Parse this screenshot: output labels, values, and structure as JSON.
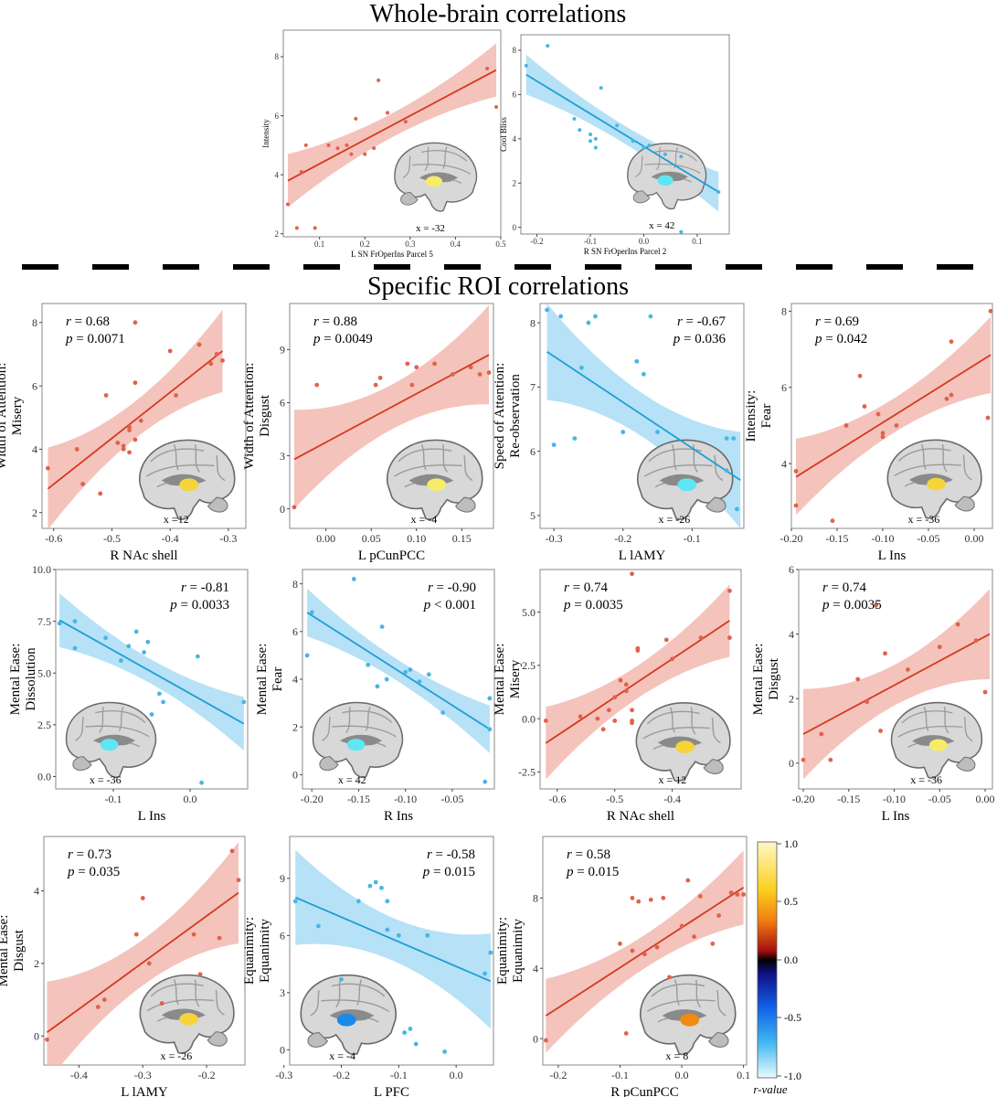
{
  "headings": {
    "top": "Whole-brain correlations",
    "bottom": "Specific ROI correlations"
  },
  "colorbar": {
    "ticks": [
      "1.0",
      "0.5",
      "0.0",
      "-0.5",
      "-1.0"
    ],
    "label": "r-value"
  },
  "colors": {
    "positive_line": "#d43a1c",
    "positive_band": "#f2b8b0",
    "positive_point": "#e0624a",
    "negative_line": "#1d9fd6",
    "negative_band": "#a9dcf5",
    "negative_point": "#48b6e4",
    "frame": "#8a8a8a"
  },
  "chart_data": [
    {
      "id": "wb-intensity",
      "type": "scatter",
      "sign": "positive",
      "size": "small",
      "xlabel": "L SN FrOperIns Parcel 5",
      "ylabel": "Intensity",
      "xlim": [
        0.02,
        0.5
      ],
      "ylim": [
        1.9,
        8.9
      ],
      "xticks": [
        "0.1",
        "0.2",
        "0.3",
        "0.4",
        "0.5"
      ],
      "xtick_values": [
        0.1,
        0.2,
        0.3,
        0.4,
        0.5
      ],
      "yticks": [
        "2",
        "4",
        "6",
        "8"
      ],
      "ytick_values": [
        2,
        4,
        6,
        8
      ],
      "x": [
        0.03,
        0.05,
        0.06,
        0.07,
        0.09,
        0.12,
        0.14,
        0.16,
        0.17,
        0.18,
        0.2,
        0.22,
        0.23,
        0.25,
        0.29,
        0.47,
        0.49
      ],
      "y": [
        3.0,
        2.2,
        4.1,
        5.0,
        2.2,
        5.0,
        4.9,
        5.0,
        4.7,
        5.9,
        4.7,
        4.9,
        7.2,
        6.1,
        5.8,
        7.6,
        6.3
      ],
      "fit": [
        [
          0.03,
          3.8
        ],
        [
          0.49,
          7.55
        ]
      ],
      "band": 0.9,
      "stats": [],
      "slice": "x = -32",
      "brain": "sagittal-left",
      "roi_color": "#f6ec6a"
    },
    {
      "id": "wb-coolbliss",
      "type": "scatter",
      "sign": "negative",
      "size": "small",
      "xlabel": "R SN FrOperIns Parcel 2",
      "ylabel": "Cool Bliss",
      "xlim": [
        -0.23,
        0.16
      ],
      "ylim": [
        -0.3,
        8.7
      ],
      "xticks": [
        "-0.2",
        "-0.1",
        "0.0",
        "0.1"
      ],
      "xtick_values": [
        -0.2,
        -0.1,
        0.0,
        0.1
      ],
      "yticks": [
        "0",
        "2",
        "4",
        "6",
        "8"
      ],
      "ytick_values": [
        0,
        2,
        4,
        6,
        8
      ],
      "x": [
        -0.22,
        -0.18,
        -0.13,
        -0.12,
        -0.1,
        -0.1,
        -0.09,
        -0.09,
        -0.08,
        -0.05,
        -0.02,
        0.0,
        0.01,
        0.04,
        0.07,
        0.07,
        0.14
      ],
      "y": [
        7.3,
        8.2,
        4.9,
        4.4,
        3.9,
        4.2,
        3.6,
        4.0,
        6.3,
        4.6,
        3.9,
        3.6,
        3.7,
        3.3,
        3.2,
        -0.2,
        1.6
      ],
      "fit": [
        [
          -0.22,
          6.9
        ],
        [
          0.14,
          1.6
        ]
      ],
      "band": 0.9,
      "stats": [],
      "slice": "x = 42",
      "brain": "sagittal-left",
      "roi_color": "#5fe6f5"
    },
    {
      "id": "roi-1",
      "type": "scatter",
      "sign": "positive",
      "size": "large",
      "xlabel": "R NAc shell",
      "ylabel": "Width of Attention:\nMisery",
      "xlim": [
        -0.62,
        -0.27
      ],
      "ylim": [
        1.5,
        8.6
      ],
      "xticks": [
        "-0.6",
        "-0.5",
        "-0.4",
        "-0.3"
      ],
      "xtick_values": [
        -0.6,
        -0.5,
        -0.4,
        -0.3
      ],
      "yticks": [
        "2",
        "4",
        "6",
        "8"
      ],
      "ytick_values": [
        2,
        4,
        6,
        8
      ],
      "x": [
        -0.61,
        -0.56,
        -0.55,
        -0.52,
        -0.51,
        -0.49,
        -0.48,
        -0.48,
        -0.47,
        -0.47,
        -0.47,
        -0.46,
        -0.46,
        -0.46,
        -0.45,
        -0.4,
        -0.39,
        -0.35,
        -0.33,
        -0.32,
        -0.31
      ],
      "y": [
        3.4,
        4.0,
        2.9,
        2.6,
        5.7,
        4.2,
        4.0,
        4.1,
        4.7,
        3.9,
        4.6,
        4.3,
        6.1,
        8.0,
        4.9,
        7.1,
        5.7,
        7.3,
        6.7,
        7.0,
        6.8
      ],
      "fit": [
        [
          -0.61,
          2.75
        ],
        [
          -0.31,
          7.1
        ]
      ],
      "band": 1.3,
      "stats": [
        "r = 0.68",
        "p = 0.0071"
      ],
      "stats_pos": "left",
      "slice": "x =12",
      "brain": "sagittal-right",
      "roi_color": "#f6d43a"
    },
    {
      "id": "roi-2",
      "type": "scatter",
      "sign": "positive",
      "size": "large",
      "xlabel": "L pCunPCC",
      "ylabel": "Width of Attention:\nDisgust",
      "xlim": [
        -0.04,
        0.185
      ],
      "ylim": [
        -1.1,
        11.6
      ],
      "xticks": [
        "0.00",
        "0.05",
        "0.10",
        "0.15"
      ],
      "xtick_values": [
        0.0,
        0.05,
        0.1,
        0.15
      ],
      "yticks": [
        "0",
        "3",
        "6",
        "9"
      ],
      "ytick_values": [
        0,
        3,
        6,
        9
      ],
      "x": [
        -0.035,
        -0.01,
        0.055,
        0.06,
        0.09,
        0.095,
        0.1,
        0.12,
        0.14,
        0.16,
        0.17,
        0.18
      ],
      "y": [
        0.1,
        7.0,
        7.0,
        7.4,
        8.2,
        7.0,
        8.0,
        8.2,
        7.6,
        8.0,
        7.6,
        7.7
      ],
      "fit": [
        [
          -0.035,
          2.8
        ],
        [
          0.18,
          8.7
        ]
      ],
      "band": 2.8,
      "stats": [
        "r = 0.88",
        "p = 0.0049"
      ],
      "stats_pos": "left",
      "slice": "x = -4",
      "brain": "sagittal-right",
      "roi_color": "#f6ec6a"
    },
    {
      "id": "roi-3",
      "type": "scatter",
      "sign": "negative",
      "size": "large",
      "xlabel": "L lAMY",
      "ylabel": "Speed of Attention:\nRe-observation",
      "xlim": [
        -0.32,
        -0.025
      ],
      "ylim": [
        4.8,
        8.3
      ],
      "xticks": [
        "-0.3",
        "-0.2",
        "-0.1"
      ],
      "xtick_values": [
        -0.3,
        -0.2,
        -0.1
      ],
      "yticks": [
        "5",
        "6",
        "7",
        "8"
      ],
      "ytick_values": [
        5,
        6,
        7,
        8
      ],
      "x": [
        -0.31,
        -0.3,
        -0.29,
        -0.27,
        -0.26,
        -0.25,
        -0.24,
        -0.2,
        -0.18,
        -0.17,
        -0.16,
        -0.15,
        -0.05,
        -0.05,
        -0.04,
        -0.035
      ],
      "y": [
        8.2,
        6.1,
        8.1,
        6.2,
        7.3,
        8.0,
        8.1,
        6.3,
        7.4,
        7.2,
        8.1,
        6.3,
        6.2,
        5.7,
        6.2,
        5.1
      ],
      "fit": [
        [
          -0.31,
          7.55
        ],
        [
          -0.03,
          5.55
        ]
      ],
      "band": 0.75,
      "stats": [
        "r = -0.67",
        "p = 0.036"
      ],
      "stats_pos": "right",
      "slice": "x = -26",
      "brain": "sagittal-right",
      "roi_color": "#5fe6f5"
    },
    {
      "id": "roi-4",
      "type": "scatter",
      "sign": "positive",
      "size": "large",
      "xlabel": "L Ins",
      "ylabel": "Intensity:\nFear",
      "xlim": [
        -0.2,
        0.02
      ],
      "ylim": [
        2.3,
        8.2
      ],
      "xticks": [
        "-0.20",
        "-0.15",
        "-0.10",
        "-0.05",
        "0.00"
      ],
      "xtick_values": [
        -0.2,
        -0.15,
        -0.1,
        -0.05,
        0.0
      ],
      "yticks": [
        "4",
        "6",
        "8"
      ],
      "ytick_values": [
        4,
        6,
        8
      ],
      "x": [
        -0.195,
        -0.195,
        -0.155,
        -0.14,
        -0.125,
        -0.12,
        -0.105,
        -0.1,
        -0.1,
        -0.085,
        -0.03,
        -0.025,
        -0.025,
        0.015,
        0.018
      ],
      "y": [
        3.8,
        2.9,
        2.5,
        5.0,
        6.3,
        5.5,
        5.3,
        4.8,
        4.7,
        5.0,
        5.7,
        5.8,
        7.2,
        5.2,
        8.0
      ],
      "fit": [
        [
          -0.195,
          3.65
        ],
        [
          0.018,
          6.85
        ]
      ],
      "band": 1.0,
      "stats": [
        "r = 0.69",
        "p = 0.042"
      ],
      "stats_pos": "left",
      "slice": "x = -36",
      "brain": "sagittal-right",
      "roi_color": "#f6d43a"
    },
    {
      "id": "roi-5",
      "type": "scatter",
      "sign": "negative",
      "size": "large",
      "xlabel": "L Ins",
      "ylabel": "Mental Ease:\nDissolution",
      "xlim": [
        -0.175,
        0.075
      ],
      "ylim": [
        -0.6,
        10.0
      ],
      "xticks": [
        "-0.1",
        "0.0"
      ],
      "xtick_values": [
        -0.1,
        0.0
      ],
      "yticks": [
        "0.0",
        "2.5",
        "5.0",
        "7.5",
        "10.0"
      ],
      "ytick_values": [
        0,
        2.5,
        5.0,
        7.5,
        10.0
      ],
      "x": [
        -0.17,
        -0.15,
        -0.15,
        -0.11,
        -0.09,
        -0.08,
        -0.07,
        -0.06,
        -0.055,
        -0.05,
        -0.04,
        -0.035,
        0.01,
        0.015,
        0.07
      ],
      "y": [
        7.4,
        7.5,
        6.2,
        6.7,
        5.6,
        6.3,
        7.0,
        6.0,
        6.5,
        3.0,
        4.0,
        3.6,
        5.8,
        -0.3,
        3.6
      ],
      "fit": [
        [
          -0.17,
          7.55
        ],
        [
          0.07,
          2.55
        ]
      ],
      "band": 1.3,
      "stats": [
        "r = -0.81",
        "p = 0.0033"
      ],
      "stats_pos": "right",
      "slice": "x = -36",
      "brain": "sagittal-left",
      "roi_color": "#5fe6f5"
    },
    {
      "id": "roi-6",
      "type": "scatter",
      "sign": "negative",
      "size": "large",
      "xlabel": "R Ins",
      "ylabel": "Mental Ease:\nFear",
      "xlim": [
        -0.21,
        -0.005
      ],
      "ylim": [
        -0.6,
        8.6
      ],
      "xticks": [
        "-0.20",
        "-0.15",
        "-0.10",
        "-0.05"
      ],
      "xtick_values": [
        -0.2,
        -0.15,
        -0.1,
        -0.05
      ],
      "yticks": [
        "0",
        "2",
        "4",
        "6",
        "8"
      ],
      "ytick_values": [
        0,
        2,
        4,
        6,
        8
      ],
      "x": [
        -0.205,
        -0.2,
        -0.155,
        -0.14,
        -0.13,
        -0.125,
        -0.12,
        -0.1,
        -0.095,
        -0.085,
        -0.075,
        -0.06,
        -0.015,
        -0.01,
        -0.01
      ],
      "y": [
        5.0,
        6.8,
        8.2,
        4.6,
        3.7,
        6.2,
        4.0,
        4.3,
        4.4,
        3.9,
        4.2,
        2.6,
        -0.3,
        1.9,
        3.2
      ],
      "fit": [
        [
          -0.205,
          6.8
        ],
        [
          -0.01,
          1.9
        ]
      ],
      "band": 1.0,
      "stats": [
        "r = -0.90",
        "p < 0.001"
      ],
      "stats_pos": "right",
      "slice": "x = 42",
      "brain": "sagittal-left",
      "roi_color": "#5fe6f5"
    },
    {
      "id": "roi-7",
      "type": "scatter",
      "sign": "positive",
      "size": "large",
      "xlabel": "R NAc shell",
      "ylabel": "Mental Ease:\nMisery",
      "xlim": [
        -0.63,
        -0.28
      ],
      "ylim": [
        -3.3,
        7.0
      ],
      "xticks": [
        "-0.6",
        "-0.5",
        "-0.4"
      ],
      "xtick_values": [
        -0.6,
        -0.5,
        -0.4
      ],
      "yticks": [
        "-2.5",
        "0.0",
        "2.5",
        "5.0"
      ],
      "ytick_values": [
        -2.5,
        0.0,
        2.5,
        5.0
      ],
      "x": [
        -0.62,
        -0.56,
        -0.53,
        -0.52,
        -0.51,
        -0.5,
        -0.5,
        -0.49,
        -0.48,
        -0.48,
        -0.47,
        -0.47,
        -0.47,
        -0.47,
        -0.46,
        -0.46,
        -0.41,
        -0.4,
        -0.35,
        -0.3,
        -0.3
      ],
      "y": [
        -0.1,
        0.1,
        0.0,
        -0.5,
        0.4,
        1.0,
        -0.1,
        1.8,
        1.6,
        1.3,
        0.4,
        -0.1,
        -0.2,
        6.8,
        3.3,
        3.2,
        3.7,
        2.8,
        3.8,
        3.8,
        6.0
      ],
      "fit": [
        [
          -0.62,
          -1.15
        ],
        [
          -0.3,
          4.6
        ]
      ],
      "band": 1.7,
      "stats": [
        "r = 0.74",
        "p = 0.0035"
      ],
      "stats_pos": "left",
      "slice": "x = 12",
      "brain": "sagittal-right",
      "roi_color": "#f6d43a"
    },
    {
      "id": "roi-8",
      "type": "scatter",
      "sign": "positive",
      "size": "large",
      "xlabel": "L Ins",
      "ylabel": "Mental Ease:\nDisgust",
      "xlim": [
        -0.205,
        0.008
      ],
      "ylim": [
        -0.8,
        6.0
      ],
      "xticks": [
        "-0.20",
        "-0.15",
        "-0.10",
        "-0.05",
        "0.00"
      ],
      "xtick_values": [
        -0.2,
        -0.15,
        -0.1,
        -0.05,
        0.0
      ],
      "yticks": [
        "0",
        "2",
        "4",
        "6"
      ],
      "ytick_values": [
        0,
        2,
        4,
        6
      ],
      "x": [
        -0.2,
        -0.18,
        -0.17,
        -0.14,
        -0.13,
        -0.12,
        -0.115,
        -0.11,
        -0.085,
        -0.05,
        -0.03,
        -0.01,
        0.0
      ],
      "y": [
        0.1,
        0.9,
        0.1,
        2.6,
        1.9,
        4.9,
        1.0,
        3.4,
        2.9,
        3.6,
        4.3,
        3.8,
        2.2
      ],
      "fit": [
        [
          -0.2,
          0.9
        ],
        [
          0.005,
          4.0
        ]
      ],
      "band": 1.4,
      "stats": [
        "r = 0.74",
        "p = 0.0035"
      ],
      "stats_pos": "left",
      "slice": "x = -36",
      "brain": "sagittal-right",
      "roi_color": "#f6ec6a"
    },
    {
      "id": "roi-9",
      "type": "scatter",
      "sign": "positive",
      "size": "large",
      "xlabel": "L lAMY",
      "ylabel": "Mental Ease:\nDisgust",
      "xlim": [
        -0.455,
        -0.14
      ],
      "ylim": [
        -0.8,
        5.5
      ],
      "xticks": [
        "-0.4",
        "-0.3",
        "-0.2"
      ],
      "xtick_values": [
        -0.4,
        -0.3,
        -0.2
      ],
      "yticks": [
        "0",
        "2",
        "4"
      ],
      "ytick_values": [
        0,
        2,
        4
      ],
      "x": [
        -0.45,
        -0.37,
        -0.36,
        -0.31,
        -0.3,
        -0.29,
        -0.27,
        -0.22,
        -0.21,
        -0.18,
        -0.16,
        -0.15
      ],
      "y": [
        -0.1,
        0.8,
        1.0,
        2.8,
        3.8,
        2.0,
        0.9,
        2.8,
        1.7,
        2.7,
        5.1,
        4.3
      ],
      "fit": [
        [
          -0.45,
          0.1
        ],
        [
          -0.15,
          3.95
        ]
      ],
      "band": 1.4,
      "stats": [
        "r = 0.73",
        "p = 0.035"
      ],
      "stats_pos": "left",
      "slice": "x = -26",
      "brain": "sagittal-right",
      "roi_color": "#f6d43a"
    },
    {
      "id": "roi-10",
      "type": "scatter",
      "sign": "negative",
      "size": "large",
      "xlabel": "L PFC",
      "ylabel": "Equanimity:\nEquanimity",
      "xlim": [
        -0.29,
        0.065
      ],
      "ylim": [
        -0.8,
        11.2
      ],
      "xticks": [
        "-0.3",
        "-0.2",
        "-0.1",
        "0.0"
      ],
      "xtick_values": [
        -0.3,
        -0.2,
        -0.1,
        0.0
      ],
      "yticks": [
        "0",
        "3",
        "6",
        "9"
      ],
      "ytick_values": [
        0,
        3,
        6,
        9
      ],
      "x": [
        -0.28,
        -0.24,
        -0.2,
        -0.17,
        -0.15,
        -0.14,
        -0.13,
        -0.12,
        -0.12,
        -0.1,
        -0.09,
        -0.08,
        -0.07,
        -0.05,
        -0.02,
        0.05,
        0.06
      ],
      "y": [
        7.8,
        6.5,
        3.7,
        7.8,
        8.6,
        8.8,
        8.5,
        7.8,
        6.3,
        6.0,
        0.9,
        1.1,
        0.3,
        6.0,
        -0.1,
        4.0,
        5.1
      ],
      "fit": [
        [
          -0.28,
          8.0
        ],
        [
          0.06,
          3.6
        ]
      ],
      "band": 2.5,
      "stats": [
        "r = -0.58",
        "p = 0.015"
      ],
      "stats_pos": "right",
      "slice": "x = -4",
      "brain": "sagittal-left",
      "roi_color": "#1a8ae8"
    },
    {
      "id": "roi-11",
      "type": "scatter",
      "sign": "positive",
      "size": "large",
      "xlabel": "R pCunPCC",
      "ylabel": "Equanimity:\nEquanimity",
      "xlim": [
        -0.225,
        0.105
      ],
      "ylim": [
        -1.5,
        11.5
      ],
      "xticks": [
        "-0.2",
        "-0.1",
        "0.0",
        "0.1"
      ],
      "xtick_values": [
        -0.2,
        -0.1,
        0.0,
        0.1
      ],
      "yticks": [
        "0",
        "4",
        "8"
      ],
      "ytick_values": [
        0,
        4,
        8
      ],
      "x": [
        -0.22,
        -0.1,
        -0.09,
        -0.08,
        -0.08,
        -0.07,
        -0.06,
        -0.05,
        -0.04,
        -0.03,
        -0.02,
        0.0,
        0.01,
        0.02,
        0.03,
        0.05,
        0.06,
        0.08,
        0.09,
        0.1
      ],
      "y": [
        -0.1,
        5.4,
        0.3,
        8.0,
        5.0,
        7.8,
        4.8,
        7.9,
        5.2,
        8.0,
        3.5,
        6.4,
        9.0,
        5.8,
        8.1,
        5.4,
        7.0,
        8.3,
        8.2,
        8.2
      ],
      "fit": [
        [
          -0.22,
          1.3
        ],
        [
          0.1,
          8.6
        ]
      ],
      "band": 2.1,
      "stats": [
        "r = 0.58",
        "p = 0.015"
      ],
      "stats_pos": "left",
      "slice": "x = 8",
      "brain": "sagittal-right",
      "roi_color": "#f08a10"
    }
  ]
}
